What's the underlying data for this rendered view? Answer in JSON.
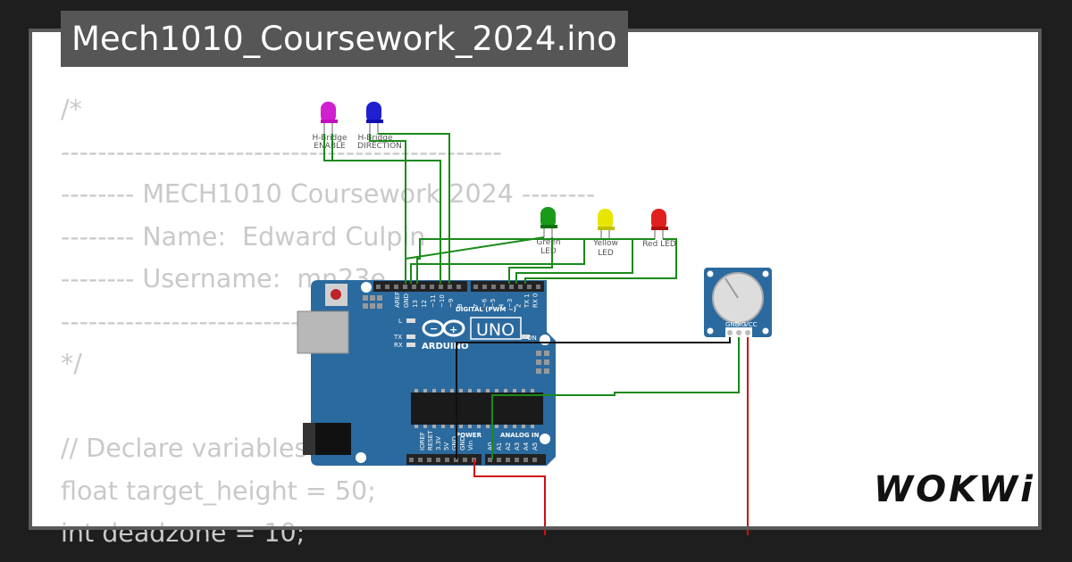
{
  "project": {
    "title": "Mech1010_Coursework_2024.ino"
  },
  "code_lines": [
    "/*",
    "------------------------------------------------",
    "-------- MECH1010 Coursework 2024 --------",
    "-------- Name:  Edward Culpin",
    "-------- Username:  mn23e",
    "------------------------------------------------",
    "*/",
    "",
    "// Declare variables",
    "float target_height = 50;",
    "int deadzone = 10;"
  ],
  "leds": [
    {
      "label_line1": "H-Bridge",
      "label_line2": "ENABLE",
      "color": "#d020d0"
    },
    {
      "label_line1": "H-Bridge",
      "label_line2": "DIRECTION",
      "color": "#2020d0"
    },
    {
      "label_line1": "Green",
      "label_line2": "LED",
      "color": "#1a9a1a"
    },
    {
      "label_line1": "Yellow",
      "label_line2": "LED",
      "color": "#e6e600"
    },
    {
      "label_line1": "Red LED",
      "label_line2": "",
      "color": "#e02020"
    }
  ],
  "arduino": {
    "brand": "ARDUINO",
    "model": "UNO",
    "digital_header": "DIGITAL (PWM ~)",
    "power_header": "POWER",
    "analog_header": "ANALOG IN",
    "on_label": "ON",
    "l_label": "L",
    "tx_label": "TX",
    "rx_label": "RX",
    "aref_label": "AREF",
    "gnd_label": "GND",
    "digital_pins": [
      "13",
      "12",
      "~11",
      "~10",
      "~9",
      "8",
      "7",
      "~6",
      "~5",
      "4",
      "~3",
      "2",
      "TX 1",
      "RX 0"
    ],
    "power_pins": [
      "IOREF",
      "RESET",
      "3.3V",
      "5V",
      "GND",
      "GND",
      "Vin"
    ],
    "analog_pins": [
      "A0",
      "A1",
      "A2",
      "A3",
      "A4",
      "A5"
    ],
    "board_color": "#2b6a9e"
  },
  "potentiometer": {
    "pin_labels": [
      "GND",
      "SIG",
      "VCC"
    ]
  },
  "brand_mark": "WOKWi"
}
